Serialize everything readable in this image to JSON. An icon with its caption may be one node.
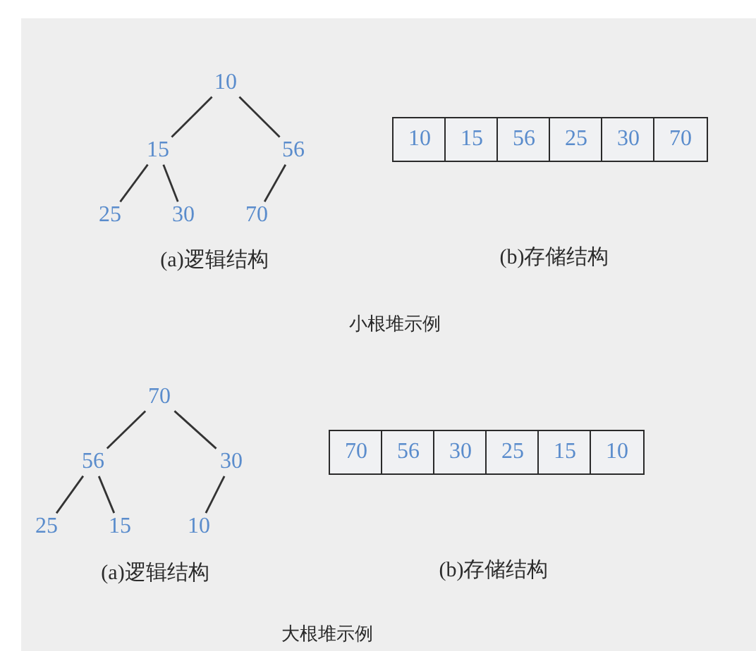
{
  "diagram": {
    "nodes": [
      {
        "text": [
          "10"
        ]
      },
      {
        "text": [
          "15"
        ]
      },
      {
        "text": [
          "56"
        ]
      },
      {
        "text": [
          "25"
        ]
      },
      {
        "text": [
          "30"
        ]
      },
      {
        "text": [
          "70"
        ]
      },
      {
        "text": [
          "10"
        ]
      },
      {
        "text": [
          "15"
        ]
      },
      {
        "text": [
          "56"
        ]
      },
      {
        "text": [
          "25"
        ]
      },
      {
        "text": [
          "30"
        ]
      },
      {
        "text": [
          "70"
        ]
      },
      {
        "text": [
          "70"
        ]
      },
      {
        "text": [
          "56"
        ]
      },
      {
        "text": [
          "30"
        ]
      },
      {
        "text": [
          "25"
        ]
      },
      {
        "text": [
          "15"
        ]
      },
      {
        "text": [
          "10"
        ]
      },
      {
        "text": [
          "70"
        ]
      },
      {
        "text": [
          "56"
        ]
      },
      {
        "text": [
          "30"
        ]
      },
      {
        "text": [
          "25"
        ]
      },
      {
        "text": [
          "15"
        ]
      },
      {
        "text": [
          "10"
        ]
      }
    ],
    "edges": [
      {
        "from": 0,
        "to": 1,
        "arrow": "none"
      },
      {
        "from": 0,
        "to": 2,
        "arrow": "none"
      },
      {
        "from": 1,
        "to": 3,
        "arrow": "none"
      },
      {
        "from": 1,
        "to": 4,
        "arrow": "none"
      },
      {
        "from": 2,
        "to": 5,
        "arrow": "none"
      },
      {
        "from": 12,
        "to": 13,
        "arrow": "none"
      },
      {
        "from": 12,
        "to": 14,
        "arrow": "none"
      },
      {
        "from": 13,
        "to": 15,
        "arrow": "none"
      },
      {
        "from": 13,
        "to": 16,
        "arrow": "none"
      },
      {
        "from": 14,
        "to": 17,
        "arrow": "none"
      }
    ],
    "labels": [
      "(a)逻辑结构",
      "(b)存储结构",
      "小根堆示例",
      "(a)逻辑结构",
      "(b)存储结构",
      "大根堆示例"
    ]
  }
}
